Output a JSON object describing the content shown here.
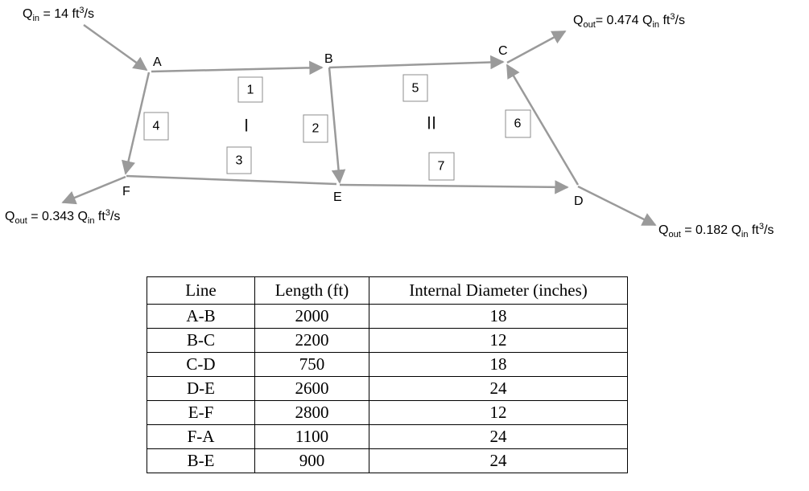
{
  "diagram": {
    "nodes": {
      "A": "A",
      "B": "B",
      "C": "C",
      "D": "D",
      "E": "E",
      "F": "F"
    },
    "flows": {
      "inflow": {
        "q": "Q",
        "sub": "in",
        "text": " = 14 ft",
        "sup": "3",
        "tail": "/s"
      },
      "out_c": {
        "q": "Q",
        "sub": "out",
        "text": "= 0.474 Q",
        "sub2": "in",
        "text2": " ft",
        "sup": "3",
        "tail": "/s"
      },
      "out_f": {
        "q": "Q",
        "sub": "out",
        "text": " = 0.343 Q",
        "sub2": "in",
        "text2": " ft",
        "sup": "3",
        "tail": "/s"
      },
      "out_d": {
        "q": "Q",
        "sub": "out",
        "text": " = 0.182 Q",
        "sub2": "in",
        "text2": " ft",
        "sup": "3",
        "tail": "/s"
      }
    },
    "pipe_numbers": [
      "1",
      "2",
      "3",
      "4",
      "5",
      "6",
      "7"
    ],
    "loops": [
      "I",
      "II"
    ]
  },
  "table": {
    "headers": [
      "Line",
      "Length (ft)",
      "Internal Diameter (inches)"
    ],
    "rows": [
      [
        "A-B",
        "2000",
        "18"
      ],
      [
        "B-C",
        "2200",
        "12"
      ],
      [
        "C-D",
        "750",
        "18"
      ],
      [
        "D-E",
        "2600",
        "24"
      ],
      [
        "E-F",
        "2800",
        "12"
      ],
      [
        "F-A",
        "1100",
        "24"
      ],
      [
        "B-E",
        "900",
        "24"
      ]
    ]
  }
}
